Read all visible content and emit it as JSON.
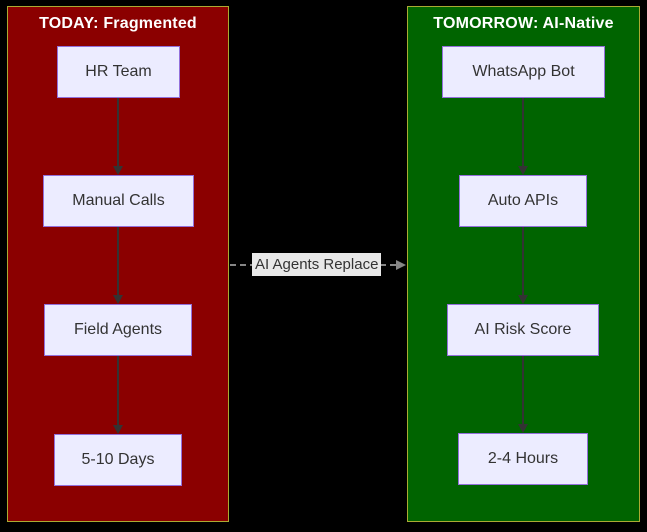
{
  "diagram": {
    "background": "#000000",
    "panels": [
      {
        "id": "today",
        "title": "TODAY: Fragmented",
        "fill": "#8B0000",
        "nodes": [
          "HR Team",
          "Manual Calls",
          "Field Agents",
          "5-10 Days"
        ]
      },
      {
        "id": "tomorrow",
        "title": "TOMORROW: AI-Native",
        "fill": "#006400",
        "nodes": [
          "WhatsApp Bot",
          "Auto APIs",
          "AI Risk Score",
          "2-4 Hours"
        ]
      }
    ],
    "connector": {
      "label": "AI Agents Replace",
      "style": "dashed",
      "direction": "left-to-right"
    },
    "colors": {
      "cluster_border": "#aaaa33",
      "node_fill": "#ececff",
      "node_border": "#9370db",
      "node_text": "#333333",
      "panel_title_text": "#ffffff",
      "edge": "#333333",
      "dashed_edge": "#868686",
      "edge_label_bg": "#e8e8e8"
    }
  }
}
